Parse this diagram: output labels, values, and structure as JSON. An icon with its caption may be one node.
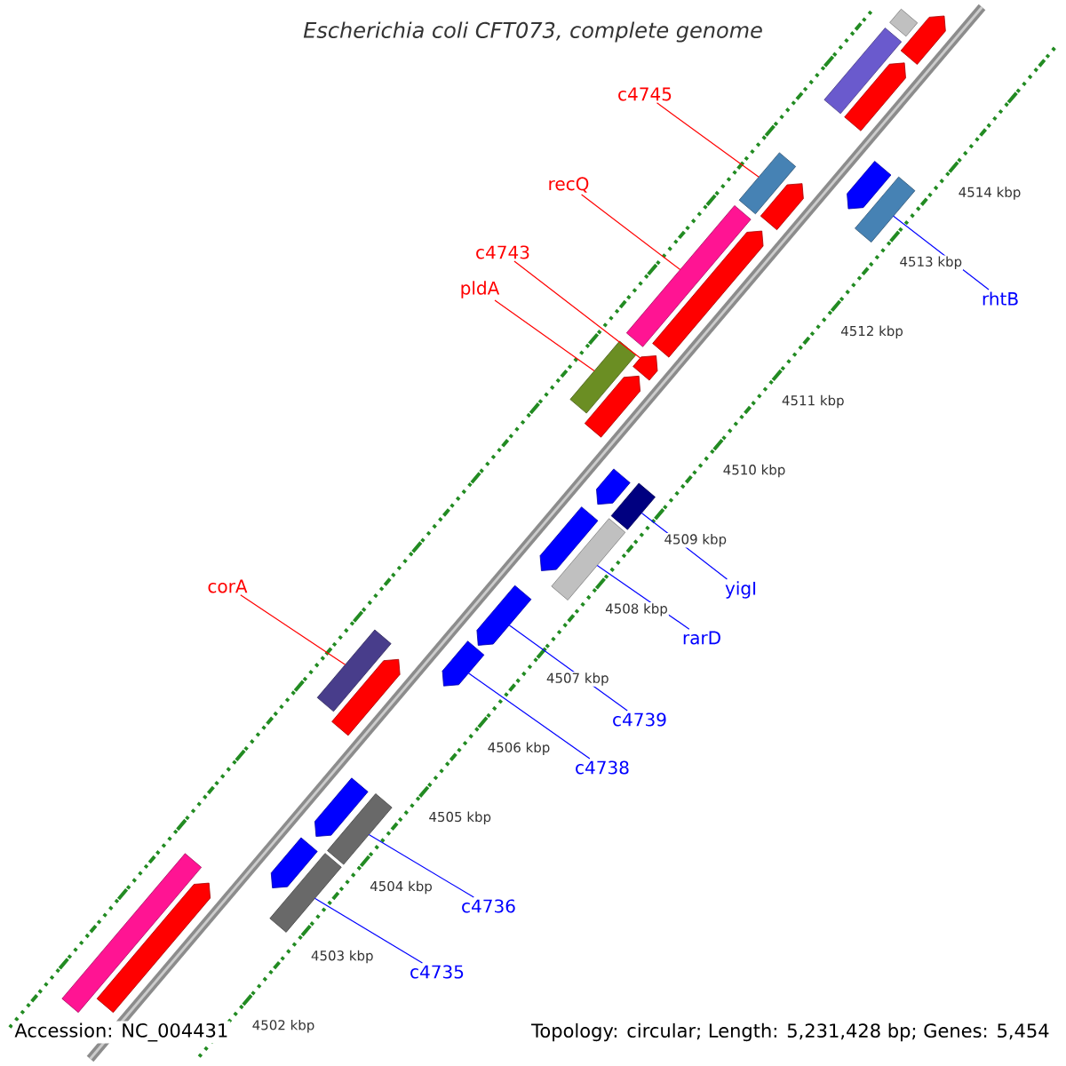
{
  "diagram": {
    "title": "Escherichia coli CFT073, complete genome",
    "nodes": [
      {
        "text": [
          "c4745"
        ]
      },
      {
        "text": [
          "recQ"
        ]
      },
      {
        "text": [
          "c4743"
        ]
      },
      {
        "text": [
          "pldA"
        ]
      },
      {
        "text": [
          "rhtB"
        ]
      },
      {
        "text": [
          "yigI"
        ]
      },
      {
        "text": [
          "rarD"
        ]
      },
      {
        "text": [
          "corA"
        ]
      },
      {
        "text": [
          "c4739"
        ]
      },
      {
        "text": [
          "c4738"
        ]
      },
      {
        "text": [
          "c4736"
        ]
      },
      {
        "text": [
          "c4735"
        ]
      },
      {
        "text": [],
        "shape": "bar"
      },
      {
        "text": [],
        "shape": "bar"
      },
      {
        "text": [],
        "shape": "bar"
      },
      {
        "text": [],
        "shape": "bar"
      },
      {
        "text": [],
        "shape": "bar"
      },
      {
        "text": [],
        "shape": "bar"
      },
      {
        "text": [],
        "shape": "bar"
      },
      {
        "text": [],
        "shape": "bar"
      },
      {
        "text": [],
        "shape": "bar"
      },
      {
        "text": [],
        "shape": "bar"
      },
      {
        "text": [],
        "shape": "bar"
      },
      {
        "text": [],
        "shape": "bar"
      },
      {
        "text": [],
        "shape": "bar"
      },
      {
        "text": [],
        "shape": "bar"
      },
      {
        "text": [],
        "shape": "bar"
      },
      {
        "text": [],
        "shape": "bar"
      },
      {
        "text": [],
        "shape": "bar"
      },
      {
        "text": [],
        "shape": "bar"
      },
      {
        "text": [],
        "shape": "bar"
      },
      {
        "text": [],
        "shape": "bar"
      },
      {
        "text": [],
        "shape": "bar"
      },
      {
        "text": [],
        "shape": "bar"
      },
      {
        "text": [],
        "shape": "bar"
      },
      {
        "text": [],
        "shape": "bar"
      },
      {
        "text": [],
        "shape": "bar"
      },
      {
        "text": [],
        "shape": "bar"
      },
      {
        "text": [],
        "shape": "bar"
      }
    ],
    "edges": [
      {
        "from": 0,
        "to": 16,
        "arrow": "none",
        "color": "#ff0000"
      },
      {
        "from": 1,
        "to": 20,
        "arrow": "none",
        "color": "#ff0000"
      },
      {
        "from": 2,
        "to": 22,
        "arrow": "none",
        "color": "#ff0000"
      },
      {
        "from": 3,
        "to": 23,
        "arrow": "none",
        "color": "#ff0000"
      },
      {
        "from": 4,
        "to": 19,
        "arrow": "none"
      },
      {
        "from": 5,
        "to": 26,
        "arrow": "none"
      },
      {
        "from": 6,
        "to": 28,
        "arrow": "none"
      },
      {
        "from": 7,
        "to": 31,
        "arrow": "none",
        "color": "#ff0000"
      },
      {
        "from": 8,
        "to": 29,
        "arrow": "none"
      },
      {
        "from": 9,
        "to": 30,
        "arrow": "none"
      },
      {
        "from": 10,
        "to": 34,
        "arrow": "none"
      },
      {
        "from": 11,
        "to": 36,
        "arrow": "none"
      }
    ],
    "labels": [
      "4502 kbp",
      "4503 kbp",
      "4504 kbp",
      "4505 kbp",
      "4506 kbp",
      "4507 kbp",
      "4508 kbp",
      "4509 kbp",
      "4510 kbp",
      "4511 kbp",
      "4512 kbp",
      "4513 kbp",
      "4514 kbp",
      "Accession: NC_004431",
      "Topology: circular; Length: 5,231,428 bp; Genes: 5,454"
    ]
  }
}
